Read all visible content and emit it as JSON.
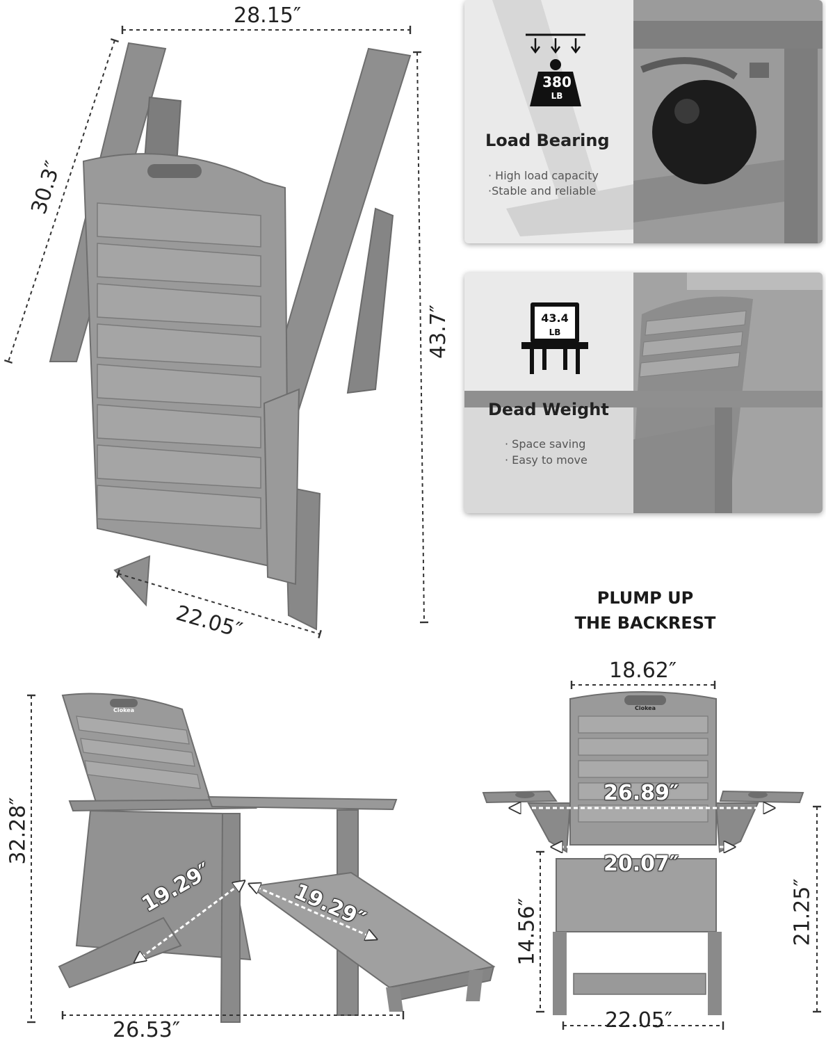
{
  "colors": {
    "chair": "#8f8f8f",
    "chair_dark": "#6e6e6e",
    "chair_light": "#a9a9a9",
    "panel_bg": "#e9e9e9",
    "kettlebell": "#1c1c1c",
    "dimension_line": "#333333"
  },
  "folded_view": {
    "dims": {
      "top_width": "28.15″",
      "diagonal_left": "30.3″",
      "height": "43.7″",
      "bottom_depth": "22.05″"
    }
  },
  "load_panel": {
    "badge_value": "380",
    "badge_unit": "LB",
    "title": "Load Bearing",
    "bullets": [
      "· High load capacity",
      "·Stable and reliable"
    ],
    "icon": "weight-down-arrows-icon"
  },
  "weight_panel": {
    "badge_value": "43.4",
    "badge_unit": "LB",
    "title": "Dead Weight",
    "bullets": [
      "· Space saving",
      "· Easy to move"
    ],
    "icon": "chair-weight-icon"
  },
  "side_view": {
    "dims": {
      "height": "32.28″",
      "seat_depth": "19.29″",
      "ottoman_length": "19.29″",
      "depth": "26.53″"
    },
    "brand": "Ciokea"
  },
  "front_view": {
    "heading_line1": "PLUMP UP",
    "heading_line2": "THE BACKREST",
    "dims": {
      "backrest_width": "18.62″",
      "arm_span": "26.89″",
      "seat_width": "20.07″",
      "ottoman_height": "14.56″",
      "arm_height": "21.25″",
      "ottoman_width": "22.05″"
    },
    "brand": "Ciokea"
  }
}
